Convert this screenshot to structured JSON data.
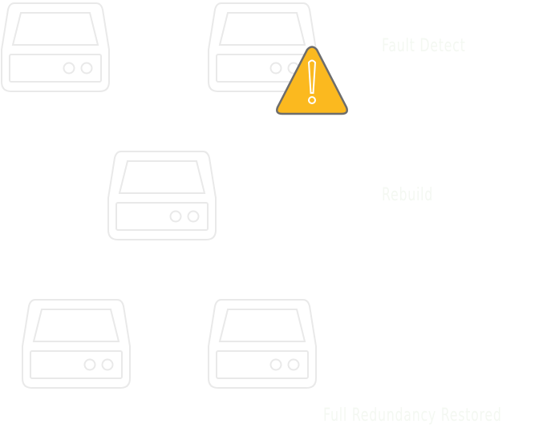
{
  "colors": {
    "drive_stroke": "#e9e9e9",
    "warning_fill": "#fbb91f",
    "warning_stroke": "#6d6d6d",
    "label_text": "#f4f8f2"
  },
  "icons": {
    "drive": "hard-drive-icon",
    "warning": "warning-triangle-icon"
  },
  "labels": {
    "top": "Fault Detect",
    "middle": "Rebuild",
    "bottom": "Full Redundancy Restored"
  }
}
